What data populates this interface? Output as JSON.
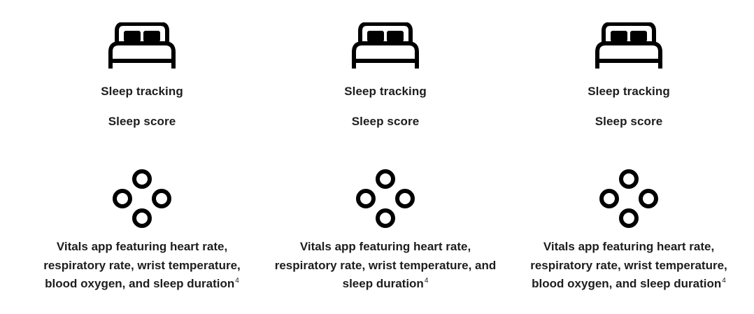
{
  "columns": [
    {
      "bed_icon": "bed-icon",
      "sleep_tracking": "Sleep tracking",
      "sleep_score": "Sleep score",
      "vitals_icon": "vitals-icon",
      "vitals_text": "Vitals app featuring heart rate, respiratory rate, wrist temperature, blood oxygen, and sleep duration",
      "footnote": "4"
    },
    {
      "bed_icon": "bed-icon",
      "sleep_tracking": "Sleep tracking",
      "sleep_score": "Sleep score",
      "vitals_icon": "vitals-icon",
      "vitals_text": "Vitals app featuring heart rate, respiratory rate, wrist temperature, and sleep duration",
      "footnote": "4"
    },
    {
      "bed_icon": "bed-icon",
      "sleep_tracking": "Sleep tracking",
      "sleep_score": "Sleep score",
      "vitals_icon": "vitals-icon",
      "vitals_text": "Vitals app featuring heart rate, respiratory rate, wrist temperature, blood oxygen, and sleep duration",
      "footnote": "4"
    }
  ],
  "colors": {
    "text": "#1d1d1f",
    "icon": "#000000",
    "background": "#ffffff"
  }
}
